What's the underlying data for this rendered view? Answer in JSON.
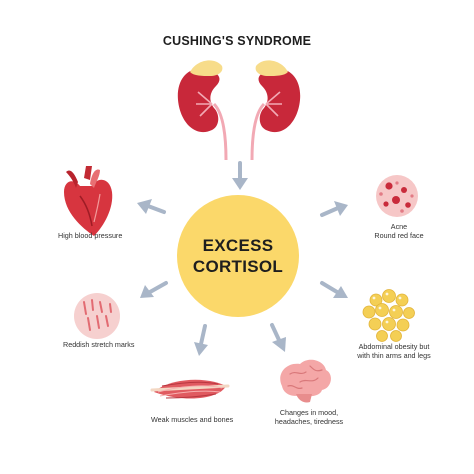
{
  "title": "CUSHING'S SYNDROME",
  "center": {
    "line1": "EXCESS",
    "line2": "CORTISOL"
  },
  "symptoms": {
    "heart": "High blood pressure",
    "skin_line1": "Acne",
    "skin_line2": "Round red face",
    "stretch": "Reddish stretch marks",
    "fat_line1": "Abdominal obesity but",
    "fat_line2": "with thin arms and legs",
    "muscle": "Weak muscles and bones",
    "brain_line1": "Changes in mood,",
    "brain_line2": "headaches, tiredness"
  },
  "colors": {
    "center": "#fbd86a",
    "kidney": "#c8283a",
    "adrenal": "#f7dc8a",
    "arrow": "#a9b6c8",
    "skin": "#f6c7c7",
    "muscle": "#e05a60",
    "brain": "#f4a7a7"
  }
}
